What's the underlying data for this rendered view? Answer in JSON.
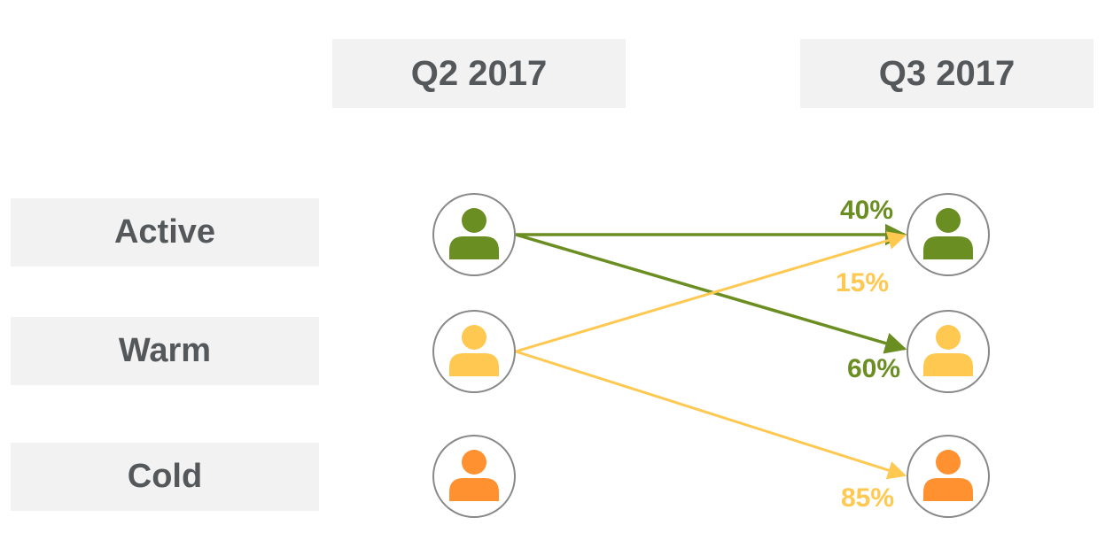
{
  "columns": {
    "left": "Q2 2017",
    "right": "Q3 2017"
  },
  "rows": {
    "active": "Active",
    "warm": "Warm",
    "cold": "Cold"
  },
  "colors": {
    "active": "#6b8e23",
    "warm": "#ffc850",
    "cold": "#ff9130",
    "box_bg": "#f2f2f2",
    "text": "#54585a",
    "circle_stroke": "#888888"
  },
  "icons": {
    "person": "person-icon"
  },
  "flows": [
    {
      "from": "Active",
      "to": "Active",
      "label": "40%"
    },
    {
      "from": "Active",
      "to": "Warm",
      "label": "60%"
    },
    {
      "from": "Warm",
      "to": "Active",
      "label": "15%"
    },
    {
      "from": "Warm",
      "to": "Cold",
      "label": "85%"
    }
  ]
}
